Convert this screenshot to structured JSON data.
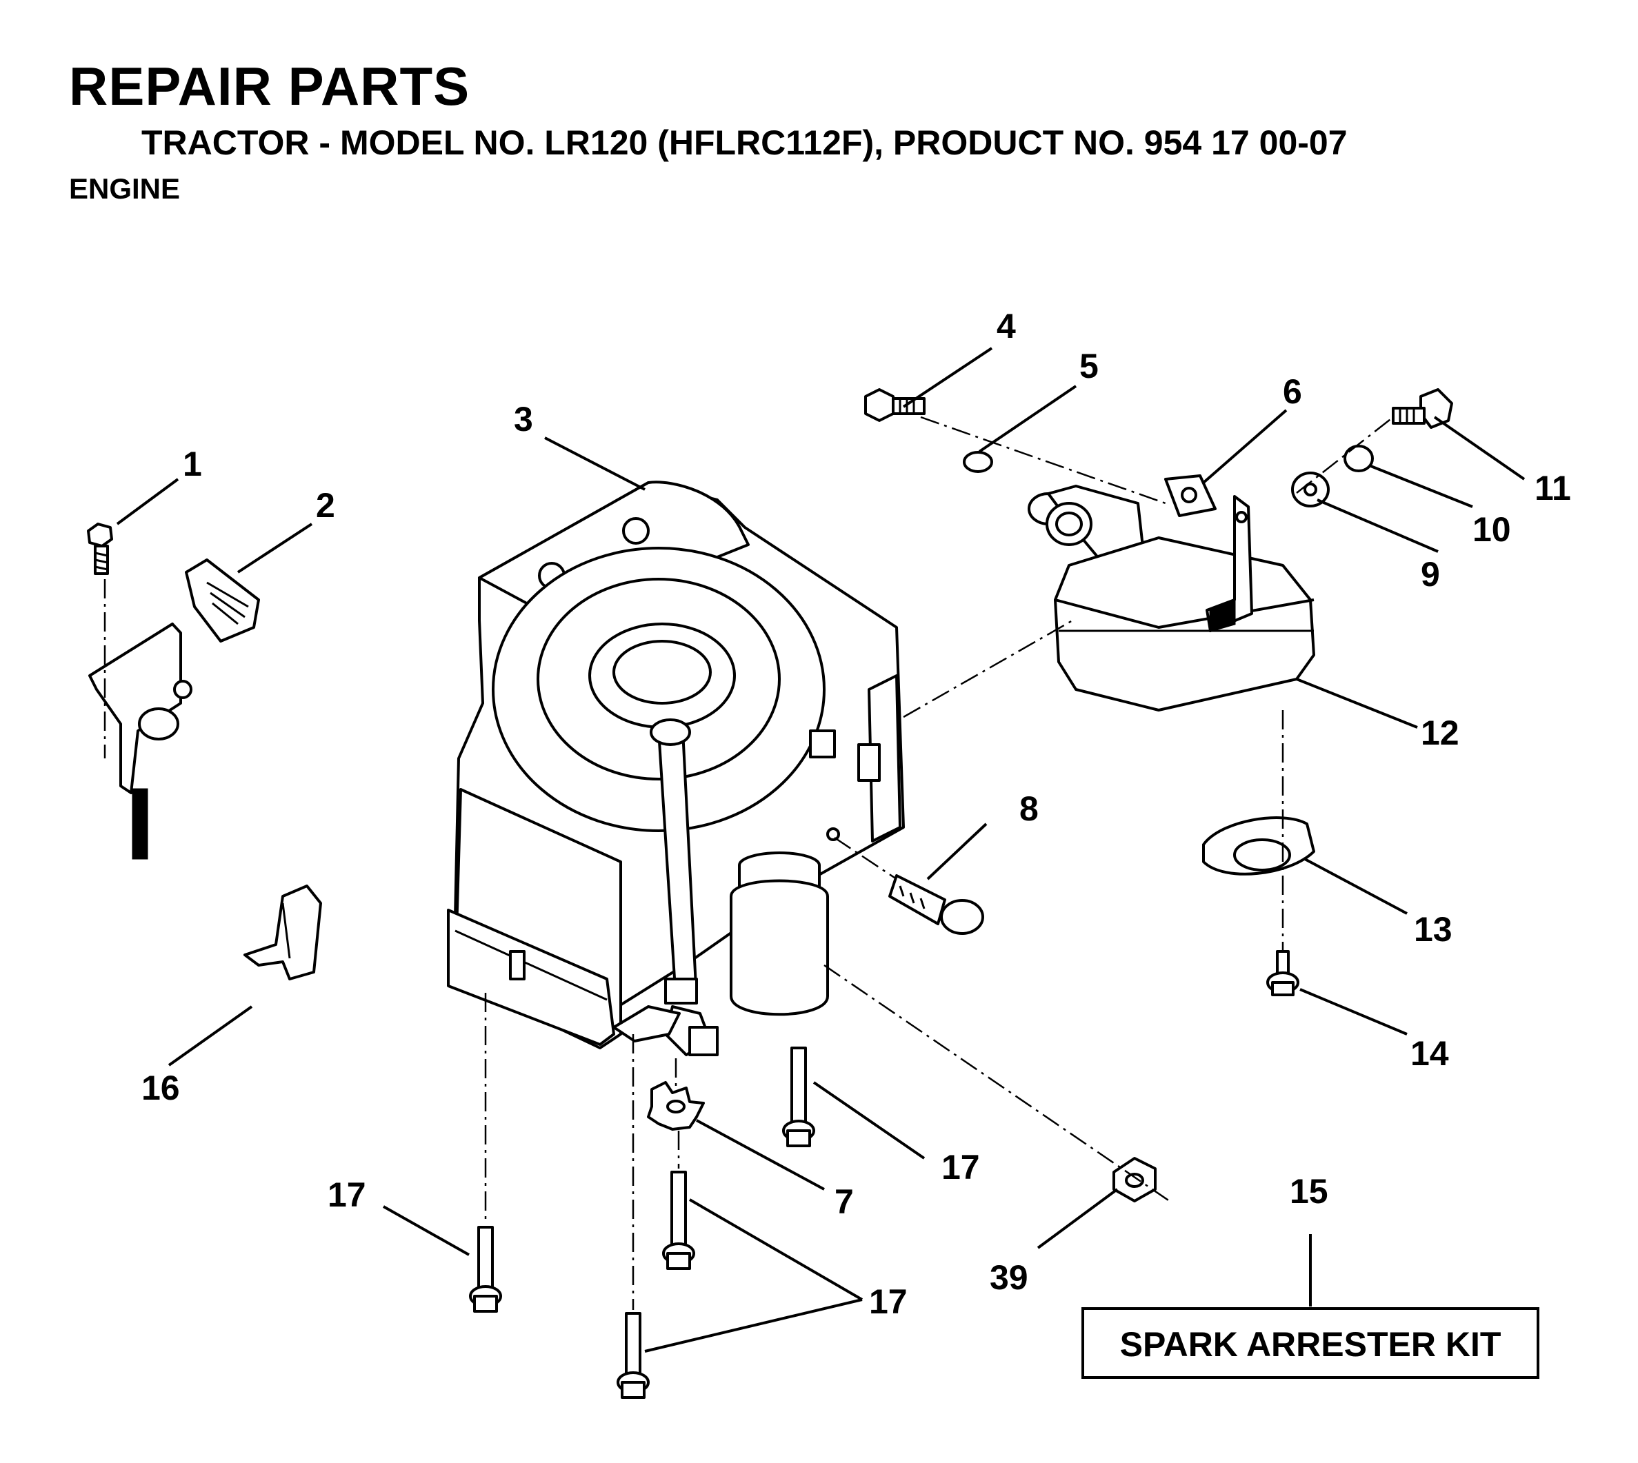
{
  "header": {
    "title": "REPAIR PARTS",
    "subtitle": "TRACTOR - MODEL NO. LR120 (HFLRC112F), PRODUCT NO. 954 17 00-07",
    "section": "ENGINE"
  },
  "callouts": {
    "c1": "1",
    "c2": "2",
    "c3": "3",
    "c4": "4",
    "c5": "5",
    "c6": "6",
    "c7": "7",
    "c8": "8",
    "c9": "9",
    "c10": "10",
    "c11": "11",
    "c12": "12",
    "c13": "13",
    "c14": "14",
    "c15": "15",
    "c16": "16",
    "c17a": "17",
    "c17b": "17",
    "c17c": "17",
    "c39": "39"
  },
  "kit": {
    "label": "SPARK ARRESTER KIT"
  }
}
